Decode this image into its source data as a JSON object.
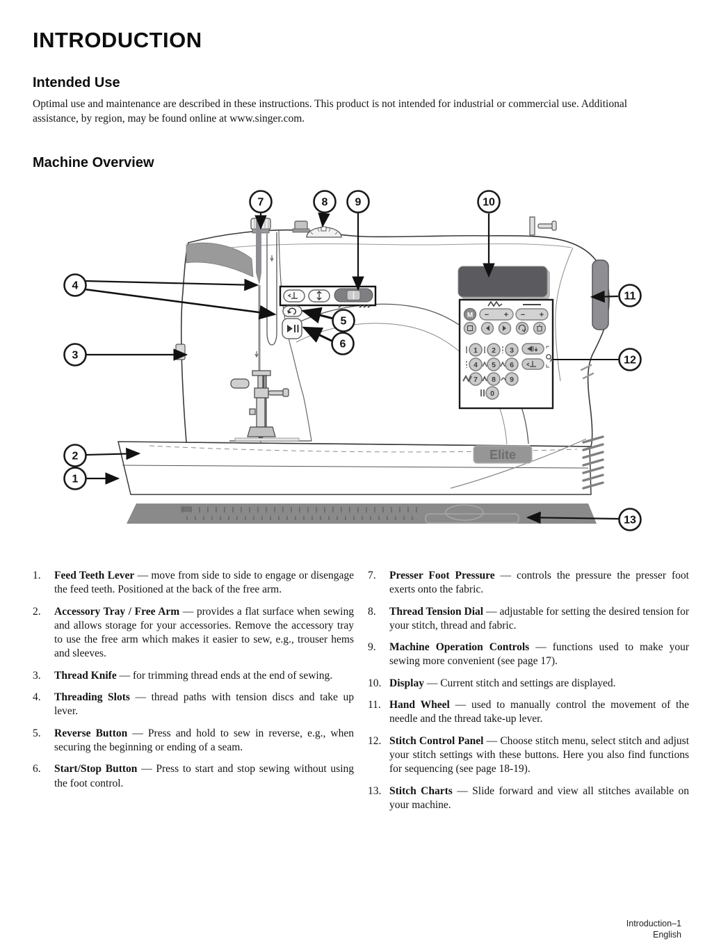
{
  "page": {
    "title": "INTRODUCTION",
    "intended_use": {
      "heading": "Intended Use",
      "body": "Optimal use and maintenance are described in these instructions. This product is not intended for industrial or commercial use. Additional assistance, by region, may be found online at www.singer.com."
    },
    "machine_overview_heading": "Machine Overview",
    "footer": {
      "page_label": "Introduction–1",
      "language": "English"
    }
  },
  "diagram": {
    "badge_label": "Elite",
    "callouts": [
      "1",
      "2",
      "3",
      "4",
      "5",
      "6",
      "7",
      "8",
      "9",
      "10",
      "11",
      "12",
      "13"
    ],
    "panel": {
      "mode_label": "M",
      "minus": "−",
      "plus": "+",
      "digits": [
        "1",
        "2",
        "3",
        "4",
        "5",
        "6",
        "7",
        "8",
        "9",
        "0"
      ]
    },
    "colors": {
      "display_dark": "#5b5b5f",
      "machine_gray": "#8f8f93",
      "ruler_gray": "#8a8a8a",
      "badge_gray": "#969696"
    }
  },
  "parts": {
    "left": [
      {
        "num": "1.",
        "title": "Feed Teeth Lever",
        "desc": "— move from side to side to engage or disengage the feed teeth. Positioned at the back of the free arm."
      },
      {
        "num": "2.",
        "title": "Accessory Tray / Free Arm",
        "desc": "— provides a flat surface when sewing and allows storage for your accessories. Remove the accessory tray to use the free arm which makes it easier to sew, e.g., trouser hems and sleeves."
      },
      {
        "num": "3.",
        "title": "Thread Knife",
        "desc": "— for trimming thread ends at the end of sewing."
      },
      {
        "num": "4.",
        "title": "Threading Slots",
        "desc": "— thread paths with tension discs and take up lever."
      },
      {
        "num": "5.",
        "title": "Reverse Button",
        "desc": "— Press and hold to sew in reverse, e.g., when securing the beginning or ending of a seam."
      },
      {
        "num": "6.",
        "title": "Start/Stop Button",
        "desc": "— Press to start and stop sewing without using the foot control."
      }
    ],
    "right": [
      {
        "num": "7.",
        "title": "Presser Foot Pressure",
        "desc": "— controls the pressure the presser foot exerts onto the fabric."
      },
      {
        "num": "8.",
        "title": "Thread Tension Dial",
        "desc": "— adjustable for setting the desired tension for your stitch, thread and fabric."
      },
      {
        "num": "9.",
        "title": "Machine Operation Controls",
        "desc": "— functions used to make your sewing more convenient (see page 17)."
      },
      {
        "num": "10.",
        "title": "Display",
        "desc": "— Current stitch and settings are displayed."
      },
      {
        "num": "11.",
        "title": "Hand Wheel",
        "desc": "— used to manually control the movement of the needle and the thread take-up lever."
      },
      {
        "num": "12.",
        "title": "Stitch Control Panel",
        "desc": "— Choose stitch menu, select stitch and adjust your stitch settings with these buttons. Here you also find functions for sequencing (see page 18-19)."
      },
      {
        "num": "13.",
        "title": "Stitch Charts",
        "desc": "— Slide forward and view all stitches available on your machine."
      }
    ]
  }
}
